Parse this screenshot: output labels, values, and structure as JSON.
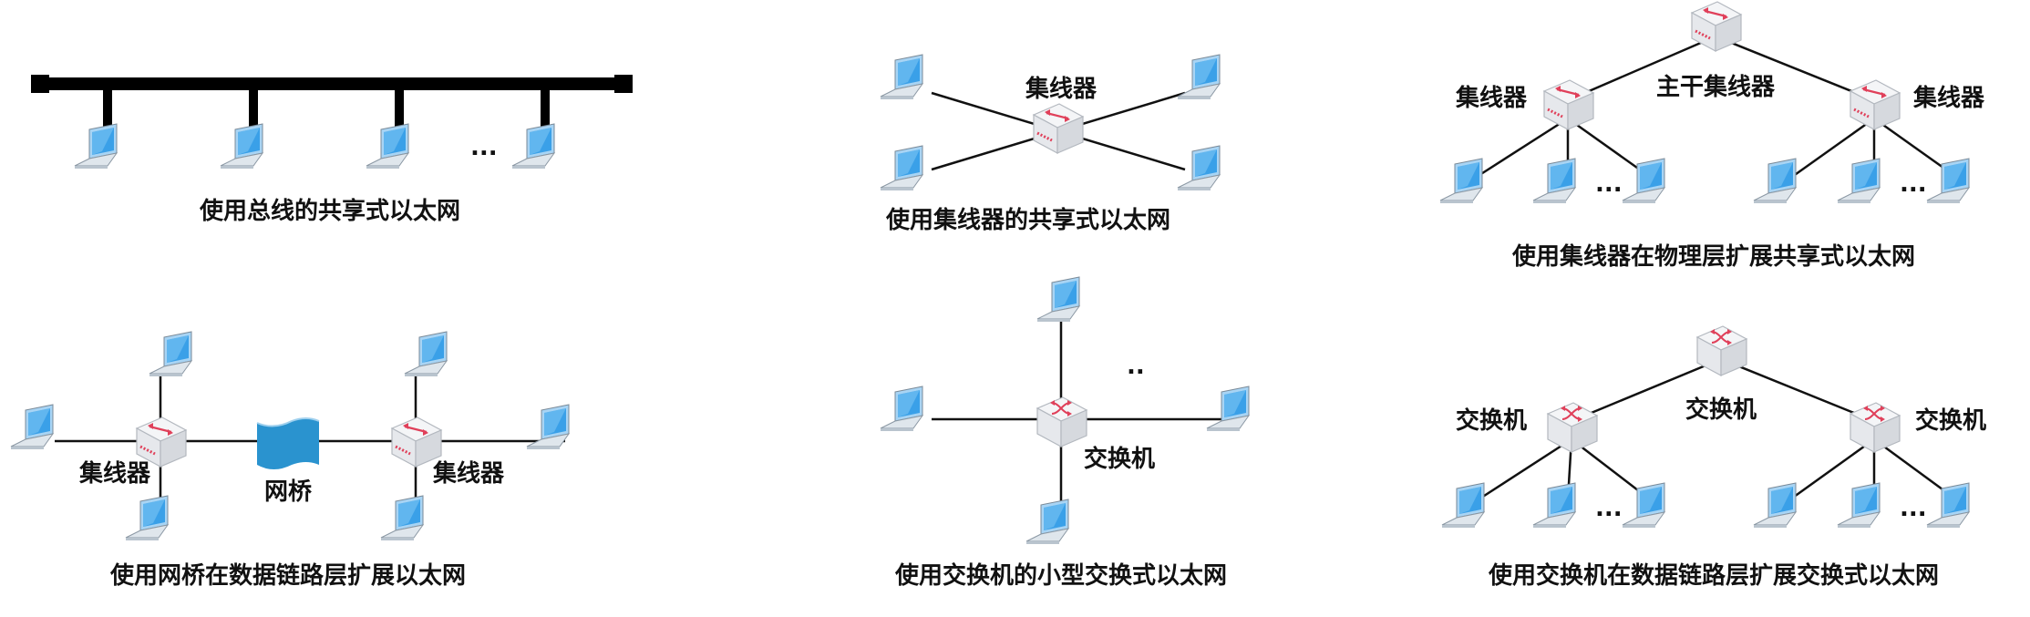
{
  "diagrams": {
    "bus": {
      "caption": "使用总线的共享式以太网",
      "ellipsis": "..."
    },
    "hub_star": {
      "caption": "使用集线器的共享式以太网",
      "hub_label": "集线器"
    },
    "hub_tree": {
      "caption": "使用集线器在物理层扩展共享式以太网",
      "backbone_label": "主干集线器",
      "left_label": "集线器",
      "right_label": "集线器",
      "ellipsis": "..."
    },
    "bridge": {
      "caption": "使用网桥在数据链路层扩展以太网",
      "left_label": "集线器",
      "bridge_label": "网桥",
      "right_label": "集线器"
    },
    "switch_star": {
      "caption": "使用交换机的小型交换式以太网",
      "switch_label": "交换机",
      "ellipsis": ".."
    },
    "switch_tree": {
      "caption": "使用交换机在数据链路层扩展交换式以太网",
      "top_label": "交换机",
      "left_label": "交换机",
      "right_label": "交换机",
      "ellipsis": "..."
    }
  },
  "colors": {
    "hub_accent": "#e0405a",
    "screen": "#3aa0e8",
    "bridge": "#2a93cf",
    "line": "#111111"
  },
  "icons": {
    "computer": "laptop-icon",
    "hub": "hub-icon",
    "switch": "switch-icon",
    "bridge": "bridge-icon"
  }
}
